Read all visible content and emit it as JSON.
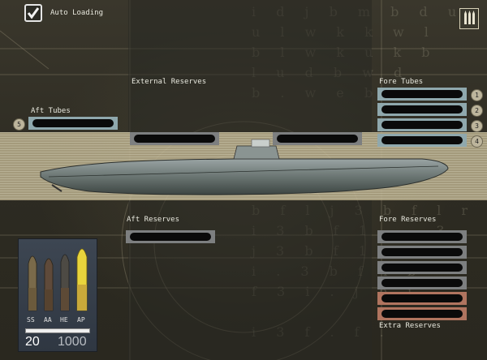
{
  "auto_loading": {
    "label": "Auto Loading",
    "checked": true
  },
  "sections": {
    "external_reserves": "External Reserves",
    "aft_tubes": "Aft Tubes",
    "fore_tubes": "Fore Tubes",
    "aft_reserves": "Aft Reserves",
    "fore_reserves": "Fore Reserves",
    "extra_reserves": "Extra Reserves"
  },
  "fore_tube_numbers": [
    "1",
    "2",
    "3",
    "4"
  ],
  "aft_tube_numbers": [
    "5"
  ],
  "ammo": {
    "types": [
      "SS",
      "AA",
      "HE",
      "AP"
    ],
    "loaded": "20",
    "capacity": "1000"
  },
  "colors": {
    "slot_gray": "#7d7f80",
    "slot_blue": "#8fa8ad",
    "slot_red": "#b0745f"
  }
}
